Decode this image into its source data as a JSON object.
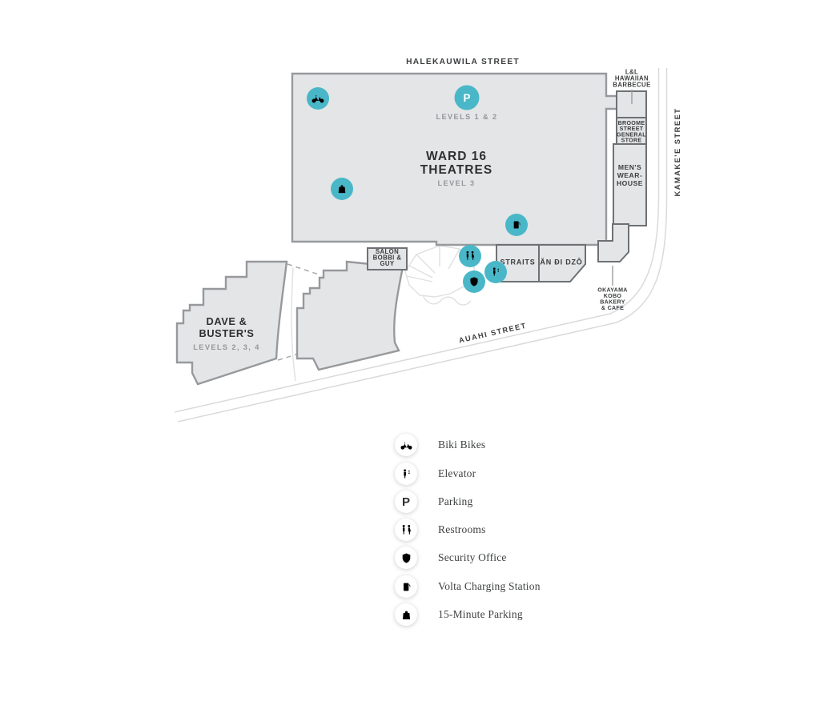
{
  "colors": {
    "pin_teal": "#49b7c8",
    "building_fill": "#e4e5e6",
    "building_stroke": "#97999c",
    "box_stroke": "#6e7174",
    "text_dark": "#3b3d3f",
    "text_gray": "#949699",
    "street_line": "#d9dadb"
  },
  "map": {
    "street_labels": {
      "halekauwila": "HALEKAUWILA STREET",
      "kamakee": "KAMAKE'E STREET",
      "auahi": "AUAHI STREET"
    },
    "ward16": {
      "line1": "WARD 16",
      "line2": "THEATRES",
      "sub": "LEVEL 3"
    },
    "parking_levels": "LEVELS 1 & 2",
    "dave": {
      "line1": "DAVE &",
      "line2": "BUSTER'S",
      "sub": "LEVELS 2, 3, 4"
    },
    "salon": {
      "l1": "SALON",
      "l2": "BOBBI &",
      "l3": "GUY"
    },
    "straits": "STRAITS",
    "an_di_dzo": "ĂN ĐI DZÔ",
    "lnl": {
      "l1": "L&L",
      "l2": "HAWAIIAN",
      "l3": "BARBECUE"
    },
    "broome": {
      "l1": "BROOME",
      "l2": "STREET",
      "l3": "GENERAL",
      "l4": "STORE"
    },
    "mens": {
      "l1": "MEN'S",
      "l2": "WEAR-",
      "l3": "HOUSE"
    },
    "okayama": {
      "l1": "OKAYAMA",
      "l2": "KOBO",
      "l3": "BAKERY",
      "l4": "& CAFE"
    }
  },
  "icons": {
    "parking_glyph": "P"
  },
  "legend": {
    "items": [
      {
        "icon": "biki-bikes-icon",
        "label": "Biki Bikes"
      },
      {
        "icon": "elevator-icon",
        "label": "Elevator"
      },
      {
        "icon": "parking-icon",
        "label": "Parking"
      },
      {
        "icon": "restrooms-icon",
        "label": "Restrooms"
      },
      {
        "icon": "security-office-icon",
        "label": "Security Office"
      },
      {
        "icon": "volta-charging-icon",
        "label": "Volta Charging Station"
      },
      {
        "icon": "fifteen-minute-parking-icon",
        "label": "15-Minute Parking"
      }
    ]
  }
}
